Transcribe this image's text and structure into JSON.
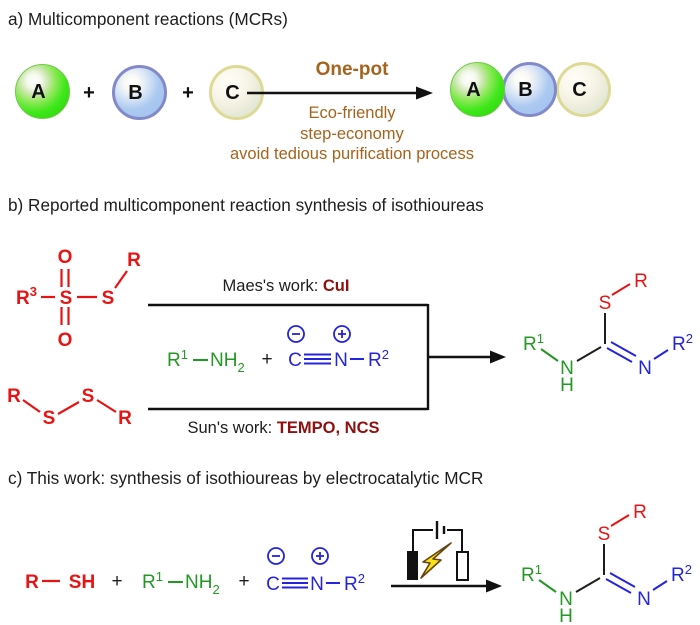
{
  "figure": {
    "panel_a": {
      "heading": "a) Multicomponent reactions (MCRs)",
      "sphere_a_label": "A",
      "sphere_b_label": "B",
      "sphere_c_label": "C",
      "plus_1": "+",
      "plus_2": "+",
      "arrow_label": "One-pot",
      "benefit_1": "Eco-friendly",
      "benefit_2": "step-economy",
      "benefit_3": "avoid tedious purification process",
      "product_sphere_a": "A",
      "product_sphere_b": "B",
      "product_sphere_c": "C"
    },
    "panel_b": {
      "heading": "b) Reported multicomponent reaction synthesis of isothioureas",
      "maes_label": "Maes's work: ",
      "maes_reagent": "CuI",
      "sun_label": "Sun's work: ",
      "sun_reagent": "TEMPO, NCS",
      "thiosulfonate": {
        "r3_base": "R",
        "r3_sup": "3",
        "s1": "S",
        "s2": "S",
        "o_top": "O",
        "o_bottom": "O",
        "r": "R"
      },
      "disulfide": {
        "r_left": "R",
        "s_left": "S",
        "s_right": "S",
        "r_right": "R"
      },
      "amine": {
        "r_base": "R",
        "r_sup": "1",
        "nh_base": "NH",
        "nh_sub": "2"
      },
      "plus": "+",
      "isocyanide": {
        "c": "C",
        "n": "N",
        "r_base": "R",
        "r_sup": "2"
      },
      "product": {
        "s": "S",
        "r_thio": "R",
        "r1_base": "R",
        "r1_sup": "1",
        "n_left": "N",
        "h": "H",
        "n_right": "N",
        "r2_base": "R",
        "r2_sup": "2"
      }
    },
    "panel_c": {
      "heading": "c) This work: synthesis of isothioureas by electrocatalytic MCR",
      "thiol": {
        "r": "R",
        "sh": "SH"
      },
      "plus_1": "+",
      "plus_2": "+",
      "amine": {
        "r_base": "R",
        "r_sup": "1",
        "nh_base": "NH",
        "nh_sub": "2"
      },
      "isocyanide": {
        "c": "C",
        "n": "N",
        "r_base": "R",
        "r_sup": "2"
      },
      "product": {
        "s": "S",
        "r_thio": "R",
        "r1_base": "R",
        "r1_sup": "1",
        "n_left": "N",
        "h": "H",
        "n_right": "N",
        "r2_base": "R",
        "r2_sup": "2"
      }
    },
    "icons": {
      "minus_charge": "circled-minus",
      "plus_charge": "circled-plus",
      "battery": "battery-cell",
      "lightning": "lightning-bolt",
      "arrow": "reaction-arrow"
    },
    "colors": {
      "red": "#e81313",
      "green": "#229922",
      "blue": "#2424dd",
      "dark_red": "#8e1111",
      "brown": "#a5641e",
      "black": "#1d1d1d"
    }
  }
}
